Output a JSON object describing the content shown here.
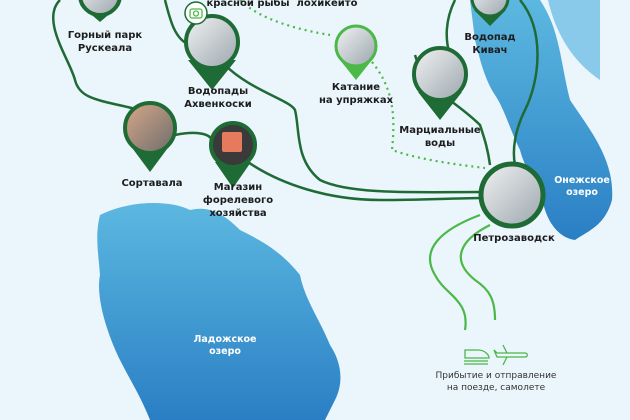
{
  "places": {
    "ruskeala": {
      "line1": "Горный парк",
      "line2": "Рускеала"
    },
    "ahvenkoski": {
      "line1": "Водопады",
      "line2": "Ахвенкоски"
    },
    "red_fish": "красной рыбы",
    "lohikeito": "лохикейто",
    "sledding": {
      "line1": "Катание",
      "line2": "на упряжках"
    },
    "kivach": {
      "line1": "Водопад",
      "line2": "Кивач"
    },
    "martial": {
      "line1": "Марциальные",
      "line2": "воды"
    },
    "sortavala": "Сортавала",
    "trout_shop": {
      "line1": "Магазин",
      "line2": "форелевого",
      "line3": "хозяйства"
    },
    "petrozavodsk": "Петрозаводск"
  },
  "lakes": {
    "onega": {
      "line1": "Онежское",
      "line2": "озеро"
    },
    "ladoga": {
      "line1": "Ладожское",
      "line2": "озеро"
    }
  },
  "arrival": {
    "line1": "Прибытие и отправление",
    "line2": "на поезде, самолете",
    "icons": [
      "train-icon",
      "plane-icon"
    ]
  },
  "colors": {
    "route": "#1f6b35",
    "optional_route": "#4cb847",
    "water": "#3a97d4",
    "background": "#eaf5fc"
  }
}
